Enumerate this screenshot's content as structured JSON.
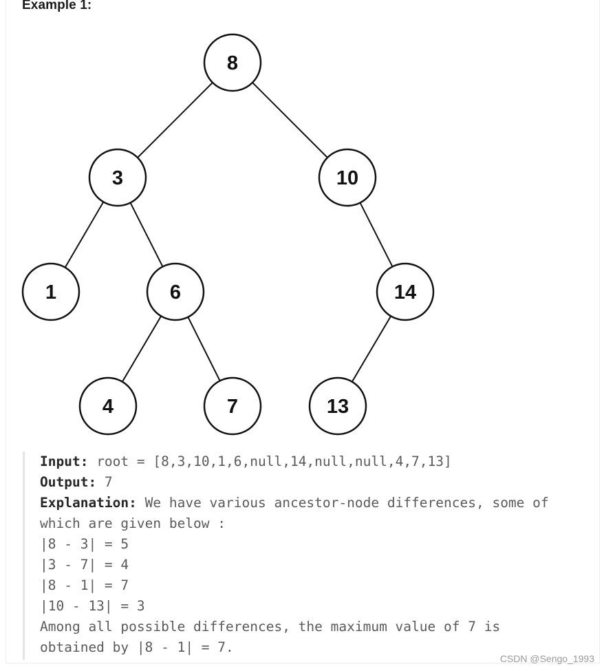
{
  "heading": "Example 1:",
  "tree": {
    "nodes": [
      {
        "id": "8",
        "label": "8"
      },
      {
        "id": "3",
        "label": "3"
      },
      {
        "id": "10",
        "label": "10"
      },
      {
        "id": "1",
        "label": "1"
      },
      {
        "id": "6",
        "label": "6"
      },
      {
        "id": "14",
        "label": "14"
      },
      {
        "id": "4",
        "label": "4"
      },
      {
        "id": "7",
        "label": "7"
      },
      {
        "id": "13",
        "label": "13"
      }
    ],
    "edges": [
      [
        "8",
        "3"
      ],
      [
        "8",
        "10"
      ],
      [
        "3",
        "1"
      ],
      [
        "3",
        "6"
      ],
      [
        "10",
        "14"
      ],
      [
        "6",
        "4"
      ],
      [
        "6",
        "7"
      ],
      [
        "14",
        "13"
      ]
    ]
  },
  "example": {
    "input_label": "Input:",
    "input_value": " root = [8,3,10,1,6,null,14,null,null,4,7,13]",
    "output_label": "Output:",
    "output_value": " 7",
    "explanation_label": "Explanation:",
    "explanation_value": " We have various ancestor-node differences, some of",
    "explanation_cont": "which are given below :",
    "diffs": [
      "|8 - 3| = 5",
      "|3 - 7| = 4",
      "|8 - 1| = 7",
      "|10 - 13| = 3"
    ],
    "conclusion_1": "Among all possible differences, the maximum value of 7 is",
    "conclusion_2": "obtained by |8 - 1| = 7."
  },
  "watermark": "CSDN @Sengo_1993"
}
